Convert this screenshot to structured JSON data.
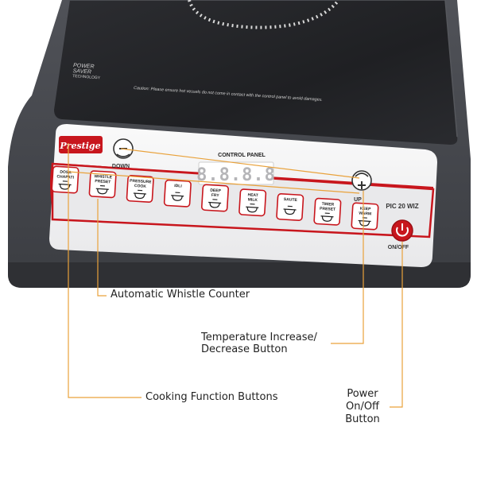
{
  "cooktop": {
    "brand": "Prestige",
    "power_saver_lines": [
      "POWER",
      "SAVER",
      "TECHNOLOGY"
    ],
    "caution": "Caution: Please ensure hot vessels do not come in contact with the control panel to avoid damages.",
    "control_panel_title": "CONTROL PANEL",
    "display_text": "8.8.8.8",
    "model": "PIC 20 WIZ",
    "down_label": "DOWN",
    "up_label": "UP",
    "onoff_label": "ON/OFF"
  },
  "buttons": [
    {
      "line1": "DOSA",
      "line2": "CHAPATI",
      "icon": "tawa-icon"
    },
    {
      "line1": "WHISTLE",
      "line2": "PRESET",
      "icon": "whistle-icon"
    },
    {
      "line1": "PRESSURE",
      "line2": "COOK",
      "icon": "pressure-cooker-icon"
    },
    {
      "line1": "IDLI",
      "line2": "",
      "icon": "idli-stand-icon"
    },
    {
      "line1": "DEEP",
      "line2": "FRY",
      "icon": "kadai-icon"
    },
    {
      "line1": "HEAT",
      "line2": "MILK",
      "icon": "milk-pot-icon"
    },
    {
      "line1": "SAUTE",
      "line2": "",
      "icon": "pan-icon"
    },
    {
      "line1": "TIMER",
      "line2": "PRESET",
      "icon": "clock-icon"
    },
    {
      "line1": "KEEP",
      "line2": "WARM",
      "icon": "warm-pot-icon"
    }
  ],
  "callouts": {
    "whistle": "Automatic Whistle Counter",
    "temp_line1": "Temperature Increase/",
    "temp_line2": "Decrease Button",
    "cooking": "Cooking Function Buttons",
    "power_line1": "Power",
    "power_line2": "On/Off",
    "power_line3": "Button"
  },
  "colors": {
    "accent_red": "#c8161d",
    "callout_orange": "#e9a23b",
    "body_dark": "#3e4045"
  }
}
